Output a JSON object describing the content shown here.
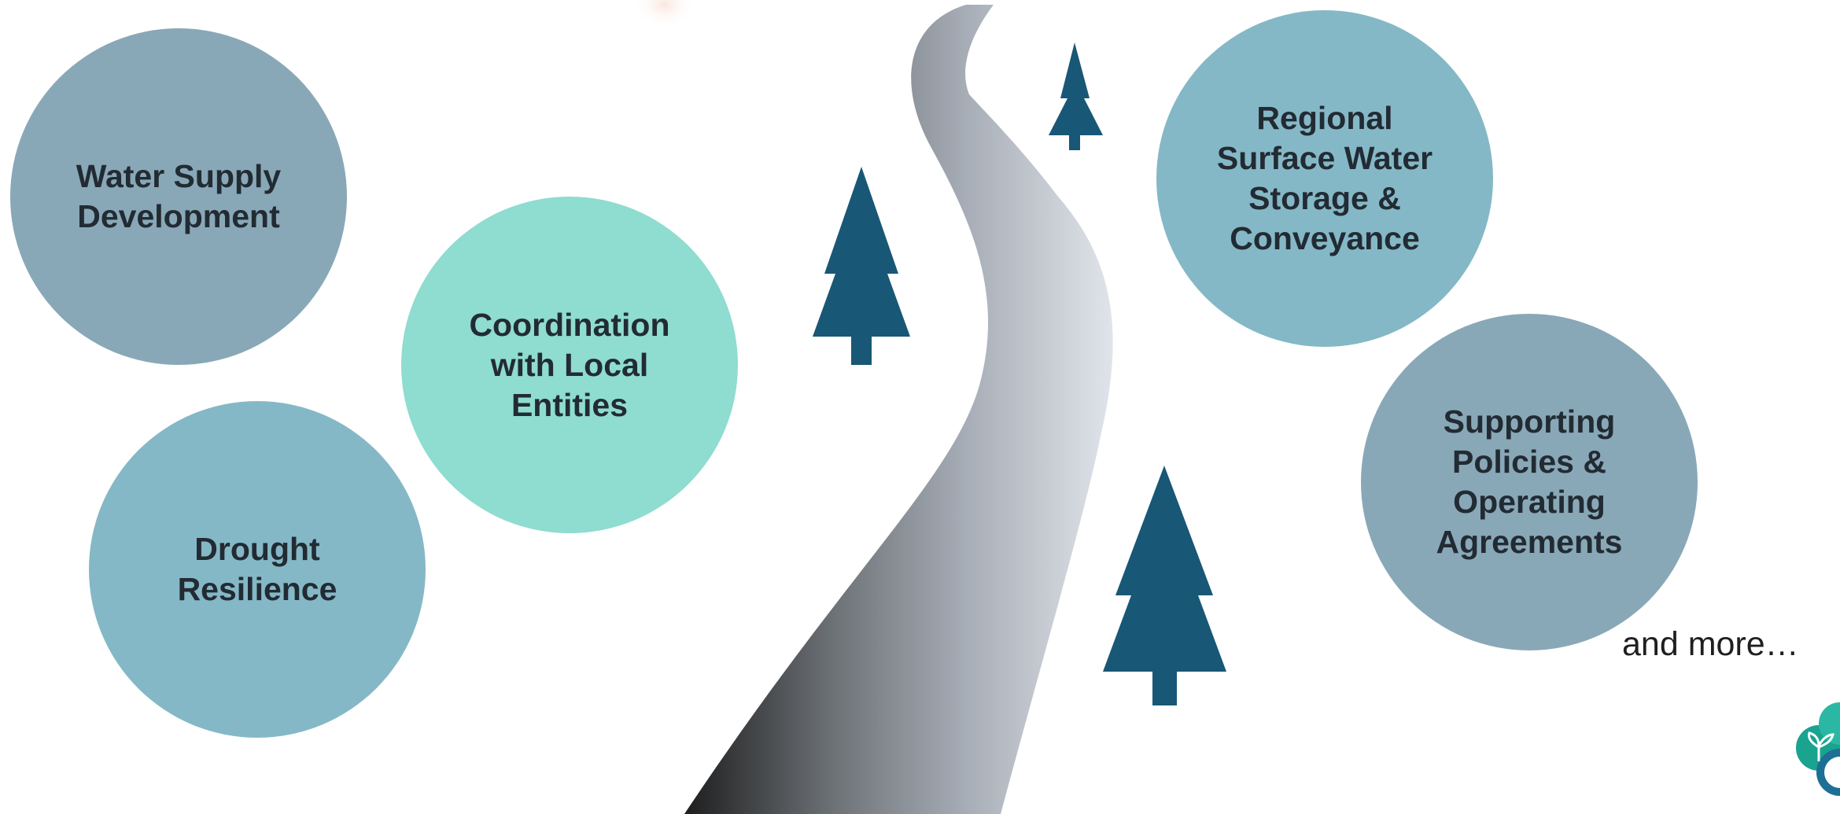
{
  "bubbles": {
    "water_supply": {
      "label": "Water Supply\nDevelopment",
      "color": "#89a8b7"
    },
    "drought": {
      "label": "Drought\nResilience",
      "color": "#85b8c6"
    },
    "coordination": {
      "label": "Coordination\nwith Local\nEntities",
      "color": "#8fdcd0"
    },
    "regional": {
      "label": "Regional\nSurface Water\nStorage &\nConveyance",
      "color": "#85b8c6"
    },
    "supporting": {
      "label": "Supporting\nPolicies &\nOperating\nAgreements",
      "color": "#89a8b7"
    }
  },
  "footer": {
    "more_text": "and more…"
  },
  "colors": {
    "tree": "#185776",
    "road_dark": "#1e1e1e",
    "road_light": "#e2e6ec",
    "logo_teal": "#1aa38f",
    "logo_blue": "#1d6f96"
  },
  "icons": {
    "trees": [
      "pine-tree-icon",
      "pine-tree-icon",
      "pine-tree-icon"
    ],
    "road": "winding-road-illustration",
    "logo": "organization-logo-icon"
  }
}
